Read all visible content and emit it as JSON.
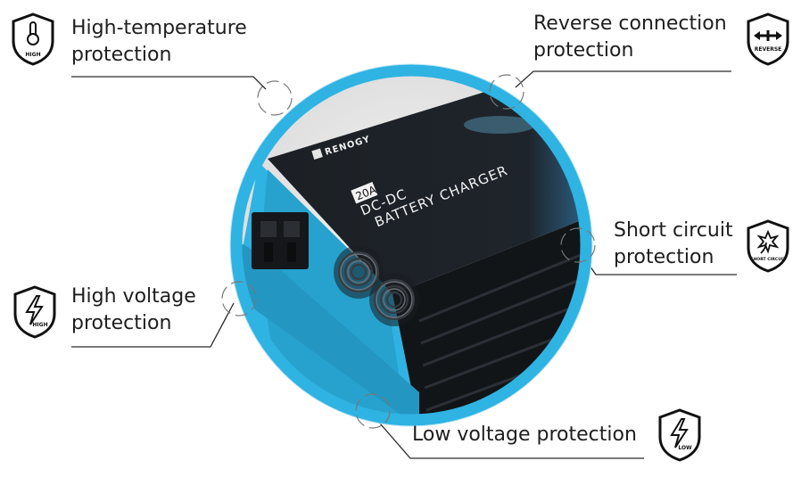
{
  "product": {
    "brand": "RENOGY",
    "rating": "20A",
    "model_line1": "DC-DC",
    "model_line2": "BATTERY CHARGER",
    "accent_color": "#2fb3e2",
    "housing_color": "#161a1e"
  },
  "features": {
    "high_temperature": {
      "line1": "High-temperature",
      "line2": "protection",
      "badge_text": "HIGH",
      "icon": "thermometer-icon"
    },
    "reverse_connection": {
      "line1": "Reverse connection",
      "line2": "protection",
      "badge_text": "REVERSE",
      "icon": "double-arrow-icon"
    },
    "short_circuit": {
      "line1": "Short circuit",
      "line2": "protection",
      "badge_text": "SHORT CIRCUIT",
      "icon": "spark-icon"
    },
    "high_voltage": {
      "line1": "High voltage",
      "line2": "protection",
      "badge_text": "HIGH",
      "icon": "lightning-icon"
    },
    "low_voltage": {
      "line1": "Low voltage protection",
      "badge_text": "LOW",
      "icon": "lightning-icon"
    }
  }
}
